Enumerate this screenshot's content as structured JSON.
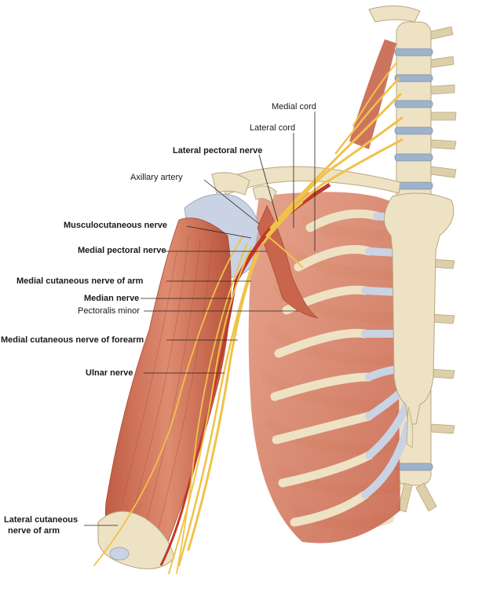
{
  "labels": {
    "medial_cord": "Medial cord",
    "lateral_cord": "Lateral cord",
    "lateral_pectoral_nerve": "Lateral pectoral nerve",
    "axillary_artery": "Axillary artery",
    "musculocutaneous_nerve": "Musculocutaneous nerve",
    "medial_pectoral_nerve": "Medial pectoral nerve",
    "medial_cutaneous_nerve_of_arm": "Medial cutaneous nerve of arm",
    "median_nerve": "Median nerve",
    "pectoralis_minor": "Pectoralis minor",
    "medial_cutaneous_nerve_of_forearm": "Medial cutaneous nerve of forearm",
    "ulnar_nerve": "Ulnar nerve",
    "lateral_cutaneous_nerve_of_arm_line1": "Lateral cutaneous",
    "lateral_cutaneous_nerve_of_arm_line2": "nerve of arm"
  },
  "colors": {
    "bone": "#eee2c4",
    "cartilage": "#c9d3e3",
    "muscle": "#d8826a",
    "muscle_dark": "#b8563f",
    "nerve": "#f0c24a",
    "artery": "#c0392b",
    "leader": "#222222"
  }
}
